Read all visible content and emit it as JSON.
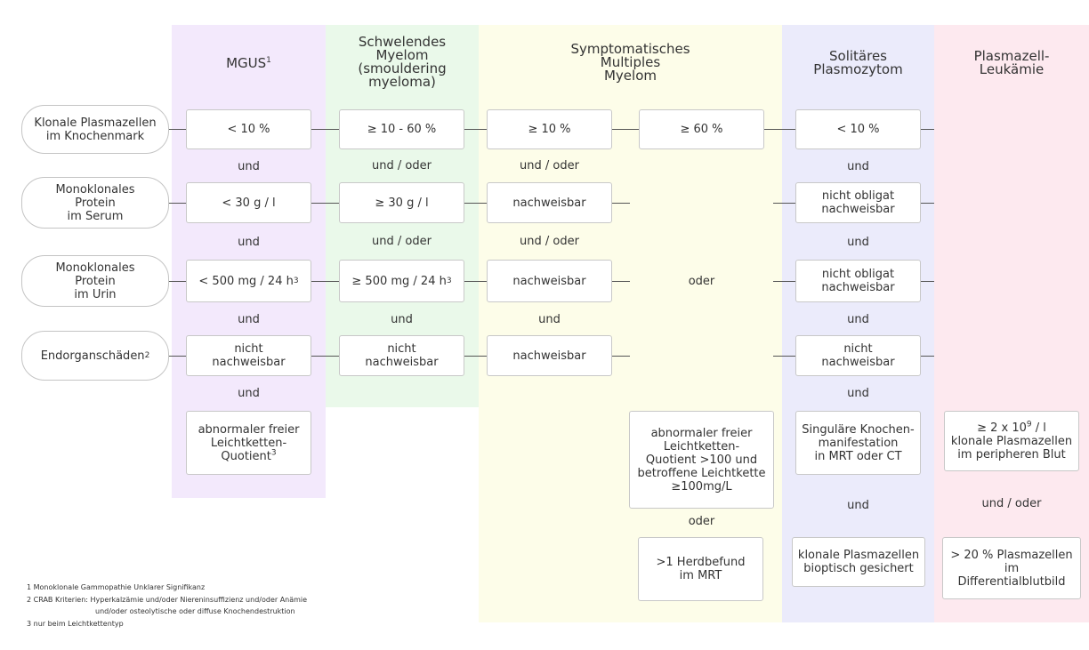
{
  "colors": {
    "mgus": "#f3e9fc",
    "smouldering": "#eaf9ea",
    "symptomatic": "#fdfde9",
    "solitary": "#ebebfb",
    "leukemia": "#fde9ef"
  },
  "headers": {
    "mgus": "MGUS",
    "mgus_sup": "1",
    "smouldering": "Schwelendes\nMyelom\n(smouldering\nmyeloma)",
    "symptomatic": "Symptomatisches\nMultiples\nMyelom",
    "solitary": "Solitäres\nPlasmozytom",
    "leukemia": "Plasmazell-\nLeukämie"
  },
  "row_labels": {
    "bone_marrow": "Klonale Plasmazellen\nim Knochenmark",
    "serum": "Monoklonales\nProtein\nim Serum",
    "urine": "Monoklonales\nProtein\nim Urin",
    "organ_damage": "Endorganschäden",
    "organ_damage_sup": "2"
  },
  "mgus": {
    "bone_marrow": "< 10 %",
    "serum": "< 30 g / l",
    "urine": "< 500 mg / 24 h",
    "urine_sup": "3",
    "organ": "nicht\nnachweisbar",
    "ratio": "abnormaler freier\nLeichtketten-\nQuotient",
    "ratio_sup": "3",
    "c1": "und",
    "c2": "und",
    "c3": "und",
    "c4": "und"
  },
  "smouldering": {
    "bone_marrow": "≥ 10 - 60 %",
    "serum": "≥ 30 g / l",
    "urine": "≥ 500 mg / 24 h",
    "urine_sup": "3",
    "organ": "nicht\nnachweisbar",
    "c1": "und / oder",
    "c2": "und / oder",
    "c3": "und"
  },
  "symptomatic": {
    "bone_marrow_a": "≥ 10 %",
    "bone_marrow_b": "≥ 60 %",
    "serum": "nachweisbar",
    "urine": "nachweisbar",
    "organ": "nachweisbar",
    "c1": "und / oder",
    "c2": "und / oder",
    "c3": "und",
    "oder_mid": "oder",
    "ratio": "abnormaler freier\nLeichtketten-\nQuotient >100 und\nbetroffene Leichtkette\n≥100mg/L",
    "oder_low": "oder",
    "focus": ">1 Herdbefund\nim MRT"
  },
  "solitary": {
    "bone_marrow": "< 10 %",
    "serum": "nicht obligat\nnachweisbar",
    "urine": "nicht obligat\nnachweisbar",
    "organ": "nicht\nnachweisbar",
    "bone": "Singuläre Knochen-\nmanifestation\nin MRT oder CT",
    "biopsy": "klonale Plasmazellen\nbioptisch gesichert",
    "c1": "und",
    "c2": "und",
    "c3": "und",
    "c4": "und",
    "c5": "und"
  },
  "leukemia": {
    "blood_pre": "≥ 2 x 10",
    "blood_sup": "9",
    "blood_post": " / l\nklonale Plasmazellen\nim peripheren Blut",
    "c1": "und / oder",
    "diff": "> 20 % Plasmazellen\nim\nDifferentialblutbild"
  },
  "footnotes": {
    "f1": "1 Monoklonale Gammopathie Unklarer Signifikanz",
    "f2": "2 CRAB Kriterien: Hyperkalzämie und/oder Niereninsuffizienz und/oder Anämie",
    "f2b": "und/oder osteolytische oder diffuse Knochendestruktion",
    "f3": "3 nur beim Leichtkettentyp"
  }
}
